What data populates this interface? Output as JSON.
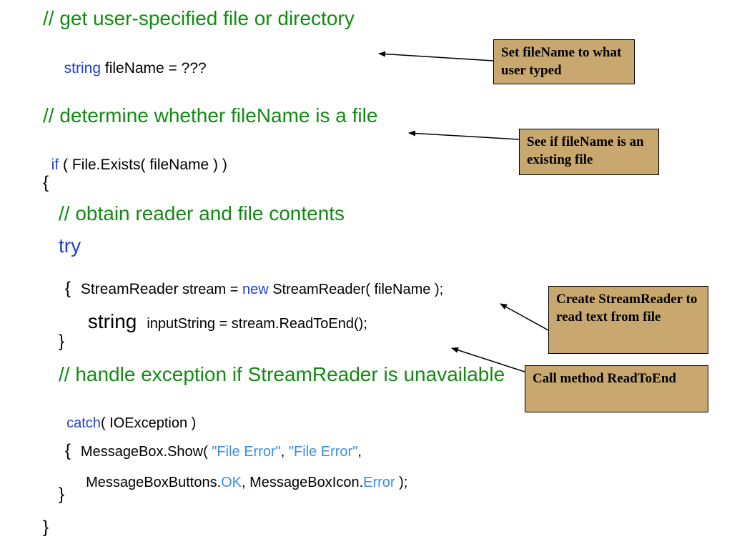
{
  "code": {
    "c1": "// get user-specified file or directory",
    "l2_kw": "string",
    "l2_rest": " fileName = ???",
    "c2": "// determine whether fileName is a file",
    "l4_kw": "if",
    "l4_rest": " ( File.Exists( fileName ) )",
    "brace_open": "{",
    "c3": "// obtain reader and file contents",
    "try_kw": "try",
    "l7_brace": "{",
    "l7_type": "StreamReader",
    "l7_mid": " stream = ",
    "l7_new": "new",
    "l7_rest": " StreamReader( fileName );",
    "l8_type": "string",
    "l8_rest": "inputString = stream.ReadToEnd();",
    "l9_brace": "}",
    "c4": "// handle exception if StreamReader is unavailable",
    "catch_kw": "catch",
    "catch_rest": "( IOException )",
    "l11_brace": "{",
    "l11_a": "MessageBox.Show( ",
    "l11_s1": "\"File Error\"",
    "l11_sep": ", ",
    "l11_s2": "\"File Error\"",
    "l11_end": ",",
    "l12_a": "MessageBoxButtons.",
    "l12_ok": "OK",
    "l12_b": ", MessageBoxIcon.",
    "l12_err": "Error",
    "l12_end": " );",
    "l13_brace": "}",
    "l14_brace": "}"
  },
  "callouts": {
    "set_filename": "Set fileName to what user typed",
    "see_if": "See if fileName is an existing file",
    "create_reader": "Create StreamReader to read text from file",
    "call_method": "Call method ReadToEnd"
  },
  "colors": {
    "comment": "#138a13",
    "keyword": "#1f3fd6",
    "literal": "#3a8de8",
    "callout_bg": "#c8a86e"
  }
}
